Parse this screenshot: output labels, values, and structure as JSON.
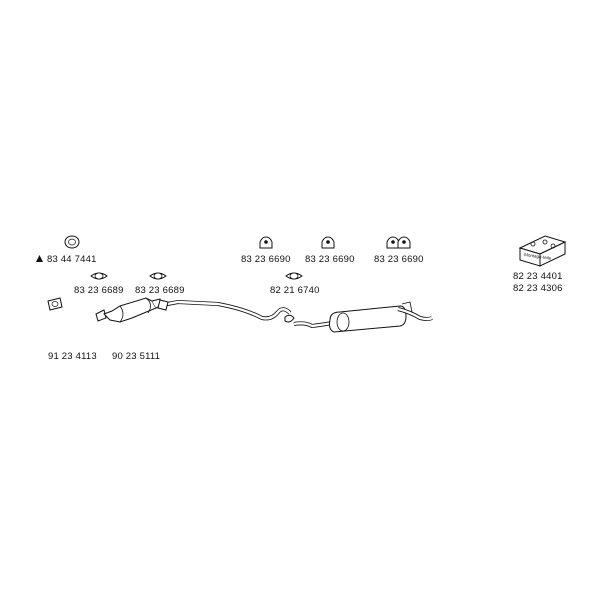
{
  "parts": {
    "ring": "83 44 7441",
    "gasket_left": "83 23 6689",
    "gasket_right": "83 23 6689",
    "hanger_1": "83 23 6690",
    "hanger_2": "83 23 6690",
    "hanger_3": "83 23 6690",
    "gasket_center": "82 21 6740",
    "front_pipe": "91 23 4113",
    "catalyst": "90 23 5111",
    "kit_1": "82 23 4401",
    "kit_2": "82 23 4306"
  },
  "kit_box_text": "Montage-teile",
  "ring_marker": "triangle-icon"
}
